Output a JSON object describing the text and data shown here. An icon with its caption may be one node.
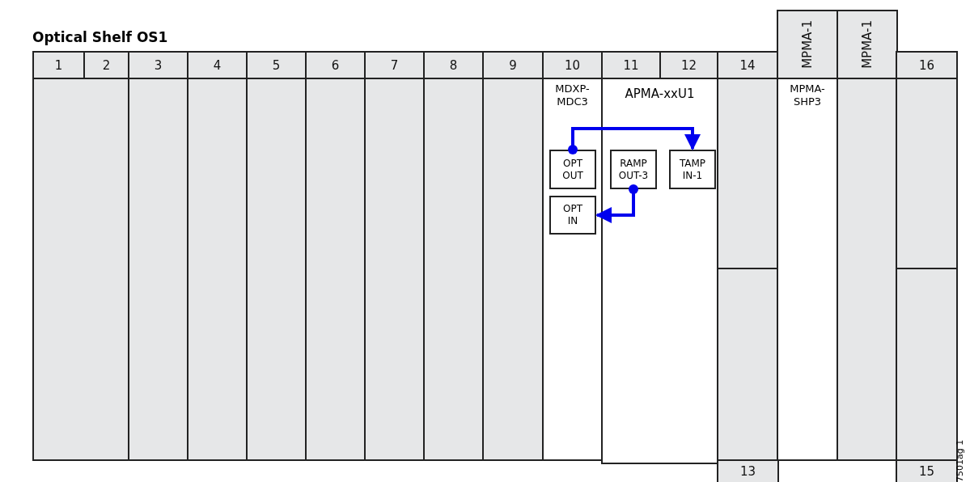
{
  "diagram": {
    "title": "Optical Shelf OS1",
    "nodes": [
      {
        "text": [
          "MDXP-MDC3"
        ]
      },
      {
        "text": [
          "OPT OUT"
        ],
        "in": 0
      },
      {
        "text": [
          "OPT IN"
        ],
        "in": 0
      },
      {
        "text": [
          "APMA-xxU1"
        ]
      },
      {
        "text": [
          "RAMP OUT-3"
        ],
        "in": 3
      },
      {
        "text": [
          "TAMP IN-1"
        ],
        "in": 3
      },
      {
        "text": [
          "MPMA-SHP3"
        ]
      }
    ],
    "edges": [
      {
        "from": 1,
        "to": 5,
        "arrow": "to"
      },
      {
        "from": 4,
        "to": 2,
        "arrow": "to"
      }
    ],
    "labels": [
      "MPMA-1",
      "MPMA-1",
      "1",
      "2",
      "3",
      "4",
      "5",
      "6",
      "7",
      "8",
      "9",
      "10",
      "11",
      "12",
      "14",
      "16",
      "13",
      "15",
      "7501ag 1"
    ]
  }
}
